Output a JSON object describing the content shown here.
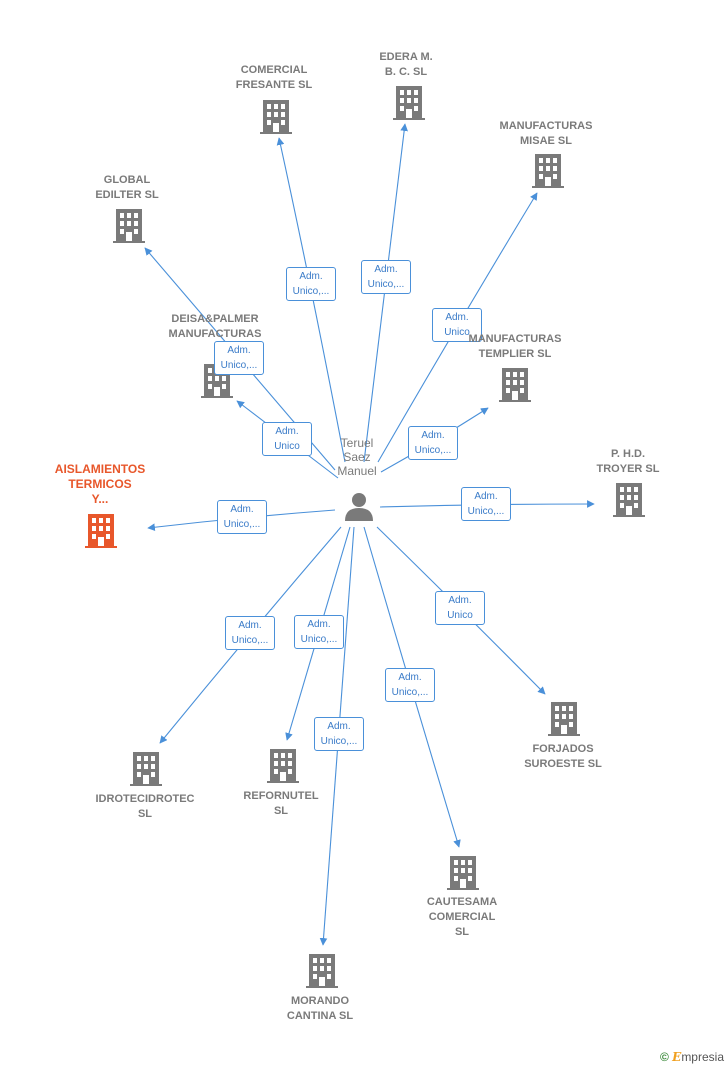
{
  "center": {
    "name": "Teruel\nSaez\nManuel",
    "icon": "person-icon"
  },
  "companies": [
    {
      "id": "comercial-fresante",
      "label": "COMERCIAL\nFRESANTE  SL",
      "role": "Adm.\nUnico,...",
      "highlight": false
    },
    {
      "id": "edera",
      "label": "EDERA M.\nB. C.  SL",
      "role": "Adm.\nUnico,...",
      "highlight": false
    },
    {
      "id": "manufacturas-misae",
      "label": "MANUFACTURAS\nMISAE  SL",
      "role": "Adm.\nUnico",
      "highlight": false
    },
    {
      "id": "global-editer",
      "label": "GLOBAL\nEDILTER  SL",
      "role": "Adm.\nUnico,...",
      "highlight": false
    },
    {
      "id": "deisa-palmer",
      "label": "DEISA&PALMER\nMANUFACTURAS",
      "role": "Adm.\nUnico",
      "highlight": false
    },
    {
      "id": "manufacturas-templier",
      "label": "MANUFACTURAS\nTEMPLIER  SL",
      "role": "Adm.\nUnico,...",
      "highlight": false
    },
    {
      "id": "aislamientos",
      "label": "AISLAMIENTOS\nTERMICOS\nY...",
      "role": "Adm.\nUnico,...",
      "highlight": true
    },
    {
      "id": "phd-troyer",
      "label": "P. H.D.\nTROYER  SL",
      "role": "Adm.\nUnico,...",
      "highlight": false
    },
    {
      "id": "idrotecidrotec",
      "label": "IDROTECIDROTEC\nSL",
      "role": "Adm.\nUnico,...",
      "highlight": false
    },
    {
      "id": "refornutel",
      "label": "REFORNUTEL\nSL",
      "role": "Adm.\nUnico,...",
      "highlight": false
    },
    {
      "id": "forjados-suroeste",
      "label": "FORJADOS\nSUROESTE  SL",
      "role": "Adm.\nUnico",
      "highlight": false
    },
    {
      "id": "cautesama",
      "label": "CAUTESAMA\nCOMERCIAL\nSL",
      "role": "Adm.\nUnico,...",
      "highlight": false
    },
    {
      "id": "morando-cantina",
      "label": "MORANDO\nCANTINA  SL",
      "role": "Adm.\nUnico,...",
      "highlight": false
    }
  ],
  "colors": {
    "edge": "#4a90d9",
    "building": "#7a7a7a",
    "highlight": "#e8572b",
    "person": "#7a7a7a"
  },
  "brand": {
    "copyright": "©",
    "first_letter": "E",
    "rest": "mpresia"
  }
}
